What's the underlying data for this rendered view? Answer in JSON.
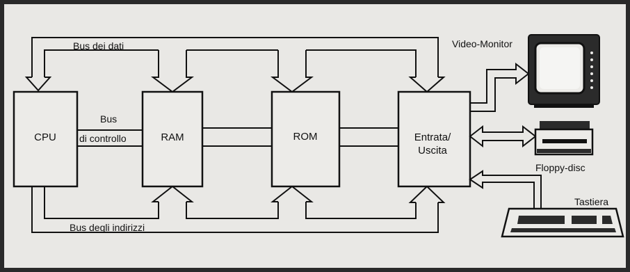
{
  "diagram": {
    "blocks": {
      "cpu": "CPU",
      "ram": "RAM",
      "rom": "ROM",
      "io_line1": "Entrata/",
      "io_line2": "Uscita"
    },
    "buses": {
      "data": "Bus dei dati",
      "control_line1": "Bus",
      "control_line2": "di controllo",
      "address": "Bus degli indirizzi"
    },
    "peripherals": {
      "monitor": "Video-Monitor",
      "floppy": "Floppy-disc",
      "keyboard": "Tastiera"
    }
  },
  "colors": {
    "paper": "#e9e8e5",
    "ink": "#111111",
    "border": "#2a2a2a"
  }
}
